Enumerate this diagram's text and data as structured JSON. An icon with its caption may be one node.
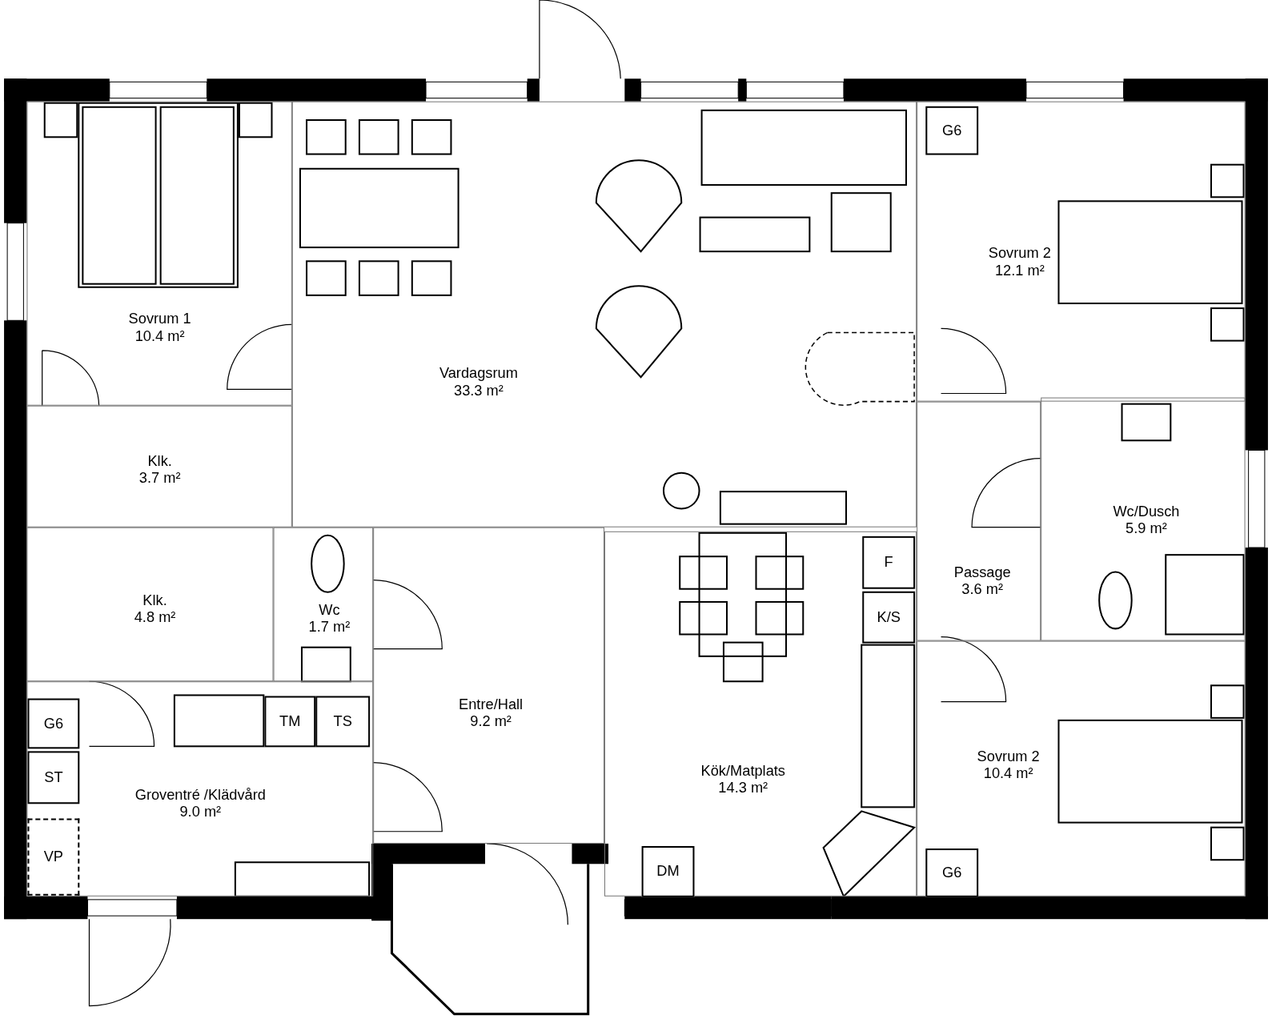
{
  "diagram": {
    "nodes": [
      {
        "text": [
          "Sovrum 1",
          "10.4 m²"
        ]
      },
      {
        "text": [
          "Vardagsrum",
          "33.3 m²"
        ]
      },
      {
        "text": [
          "Sovrum 2",
          "12.1 m²"
        ]
      },
      {
        "text": [
          "G6"
        ],
        "in": 2
      },
      {
        "text": [
          "Klk.",
          "3.7 m²"
        ]
      },
      {
        "text": [
          "Wc/Dusch",
          "5.9 m²"
        ]
      },
      {
        "text": [
          "Passage",
          "3.6 m²"
        ]
      },
      {
        "text": [
          "Klk.",
          "4.8 m²"
        ]
      },
      {
        "text": [
          "Wc",
          "1.7 m²"
        ]
      },
      {
        "text": [
          "Kök/Matplats",
          "14.3 m²"
        ]
      },
      {
        "text": [
          "F"
        ],
        "in": 9
      },
      {
        "text": [
          "K/S"
        ],
        "in": 9
      },
      {
        "text": [
          "Entre/Hall",
          "9.2 m²"
        ]
      },
      {
        "text": [
          "Groventré /Klädvård",
          "9.0 m²"
        ]
      },
      {
        "text": [
          "G6"
        ],
        "in": 13
      },
      {
        "text": [
          "TM"
        ],
        "in": 13
      },
      {
        "text": [
          "TS"
        ],
        "in": 13
      },
      {
        "text": [
          "Sovrum 2",
          "10.4 m²"
        ]
      },
      {
        "text": [
          "ST"
        ],
        "in": 13
      },
      {
        "text": [
          "VP"
        ],
        "in": 13
      },
      {
        "text": [
          "DM"
        ],
        "in": 9
      },
      {
        "text": [
          "G6"
        ],
        "in": 17
      }
    ],
    "edges": []
  }
}
